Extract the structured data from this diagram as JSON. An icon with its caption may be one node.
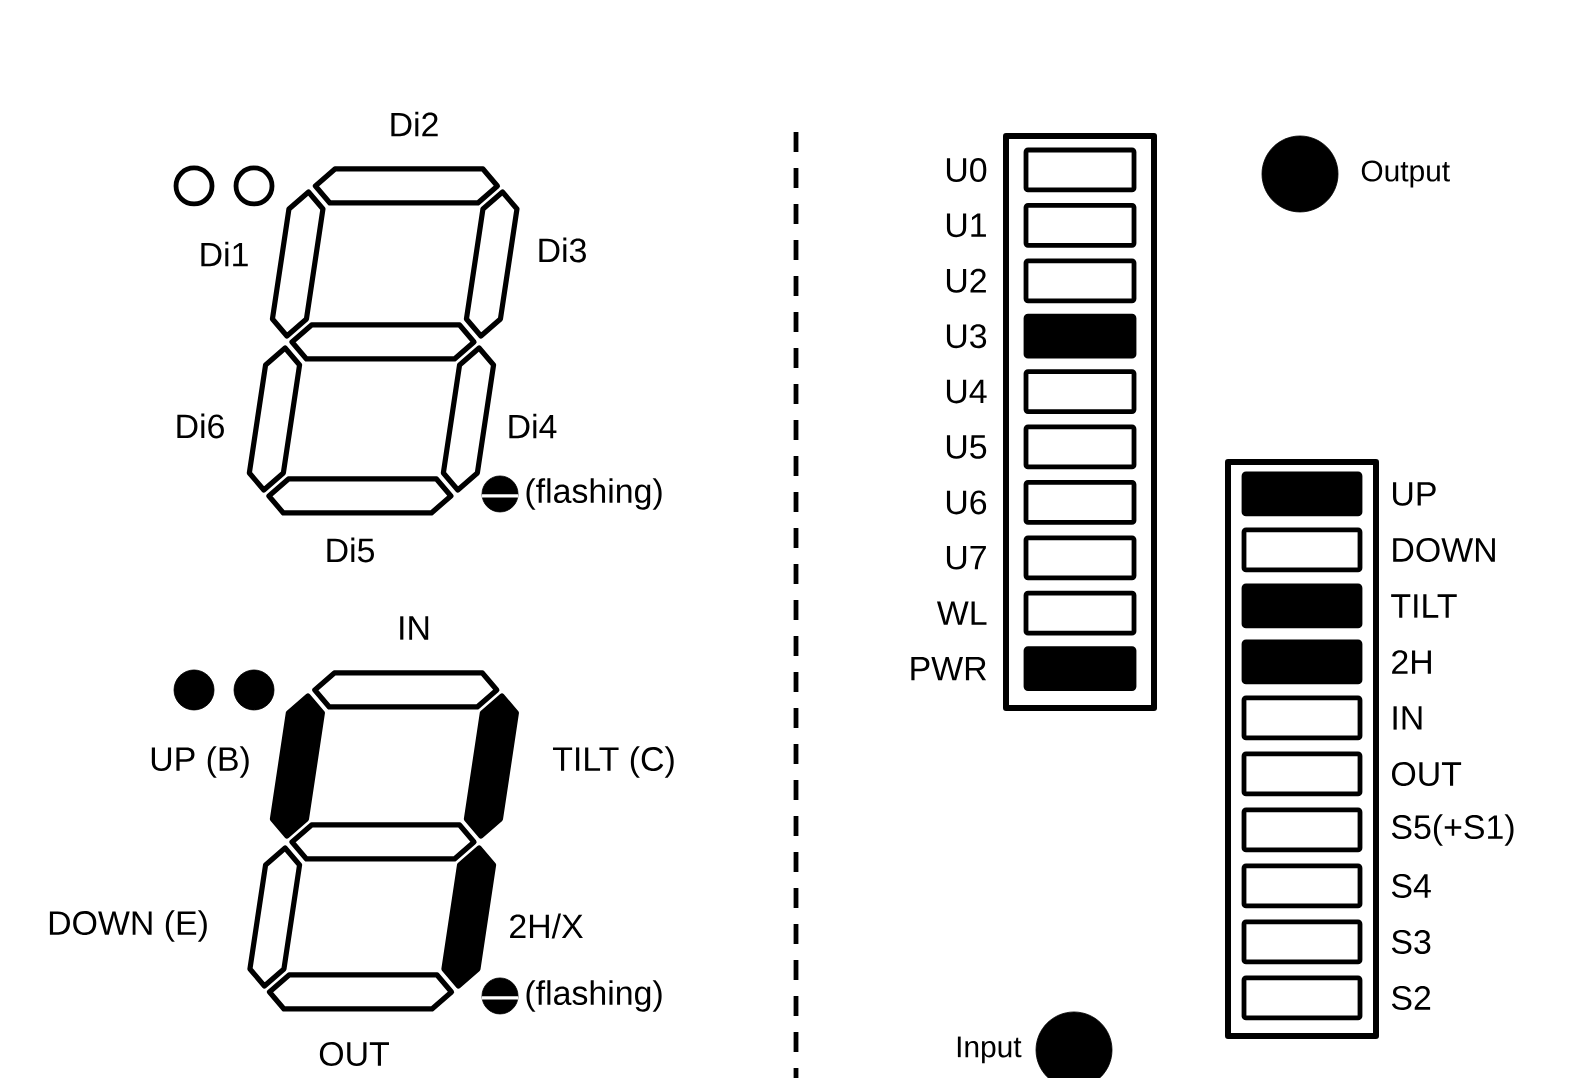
{
  "diagram": {
    "labels": [
      "Di2",
      "Di1",
      "Di3",
      "Di6",
      "Di4",
      "(flashing)",
      "Di5",
      "IN",
      "UP (B)",
      "TILT (C)",
      "DOWN (E)",
      "2H/X",
      "(flashing)",
      "OUT",
      "U0",
      "U1",
      "U2",
      "U3",
      "U4",
      "U5",
      "U6",
      "U7",
      "WL",
      "PWR",
      "Output",
      "UP",
      "DOWN",
      "TILT",
      "2H",
      "IN",
      "OUT",
      "S5(+S1)",
      "S4",
      "S3",
      "S2",
      "Input"
    ]
  }
}
